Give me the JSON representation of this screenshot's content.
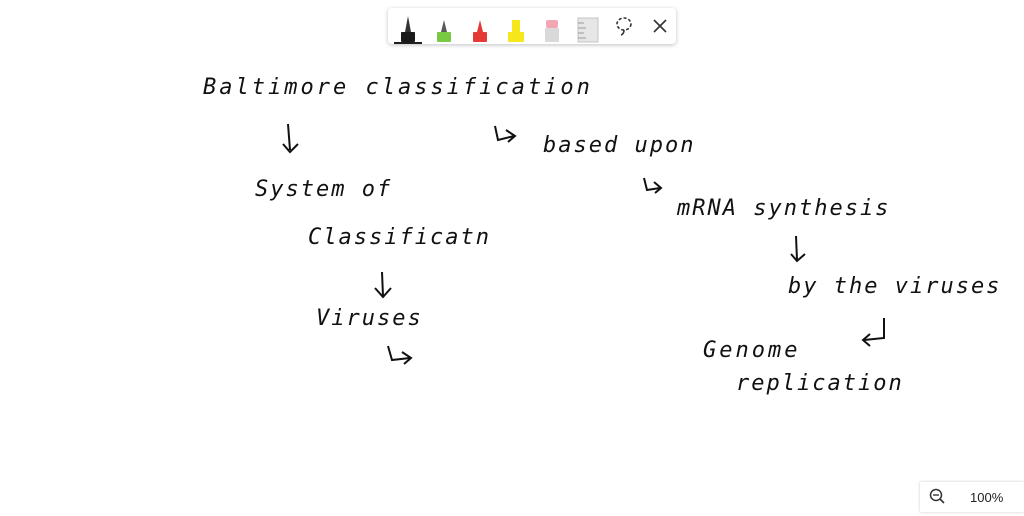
{
  "toolbar": {
    "tools": [
      {
        "name": "black pen",
        "color": "#1a1a1a"
      },
      {
        "name": "green highlighter",
        "color": "#7ac943"
      },
      {
        "name": "red pen",
        "color": "#e53935"
      },
      {
        "name": "yellow highlighter",
        "color": "#f5e71c"
      },
      {
        "name": "eraser",
        "color": "#f4a6b6"
      },
      {
        "name": "ruler",
        "color": "#cfcfcf"
      },
      {
        "name": "lasso select",
        "icon": "lasso-icon"
      },
      {
        "name": "close",
        "icon": "close-icon"
      }
    ]
  },
  "notes": {
    "title": "Baltimore classification",
    "based_upon": "based upon",
    "system_of": "System of",
    "classification": "Classificatn",
    "viruses": "Viruses",
    "mrna": "mRNA synthesis",
    "by_viruses": "by the viruses",
    "genome": "Genome",
    "replication": "replication"
  },
  "zoom": {
    "level": "100%"
  }
}
